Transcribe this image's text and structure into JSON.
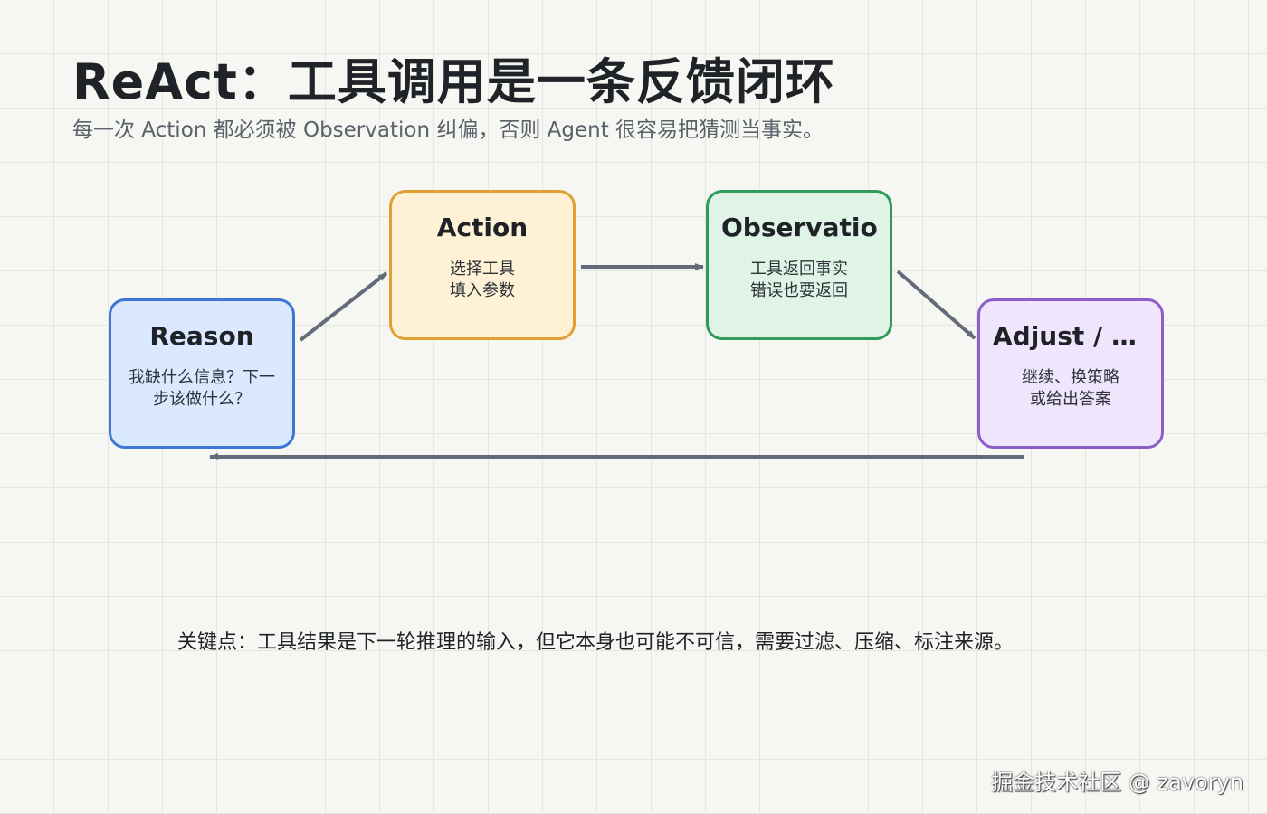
{
  "header": {
    "title": "ReAct：工具调用是一条反馈闭环",
    "subtitle": "每一次 Action 都必须被 Observation 纠偏，否则 Agent 很容易把猜测当事实。"
  },
  "nodes": {
    "reason": {
      "title": "Reason",
      "desc": [
        "我缺什么信息？下一步该做什么？"
      ]
    },
    "action": {
      "title": "Action",
      "desc": [
        "选择工具",
        "填入参数"
      ]
    },
    "observation": {
      "title": "Observation",
      "desc": [
        "工具返回事实",
        "错误也要返回"
      ]
    },
    "adjust": {
      "title": "Adjust / Answer",
      "desc": [
        "继续、换策略",
        "或给出答案"
      ]
    }
  },
  "edges": [
    {
      "from": "Reason",
      "to": "Action"
    },
    {
      "from": "Action",
      "to": "Observation"
    },
    {
      "from": "Observation",
      "to": "Adjust / Answer"
    },
    {
      "from": "Adjust / Answer",
      "to": "Reason"
    }
  ],
  "colors": {
    "reason_fill": "#dbe9ff",
    "reason_border": "#3e77d3",
    "action_fill": "#fff1d6",
    "action_border": "#e0a032",
    "observation_fill": "#dff3e6",
    "observation_border": "#2f9a5a",
    "adjust_fill": "#efe5fc",
    "adjust_border": "#8d5ec9",
    "edge": "#646b78"
  },
  "note": "关键点：工具结果是下一轮推理的输入，但它本身也可能不可信，需要过滤、压缩、标注来源。",
  "watermark": "掘金技术社区 @ zavoryn"
}
